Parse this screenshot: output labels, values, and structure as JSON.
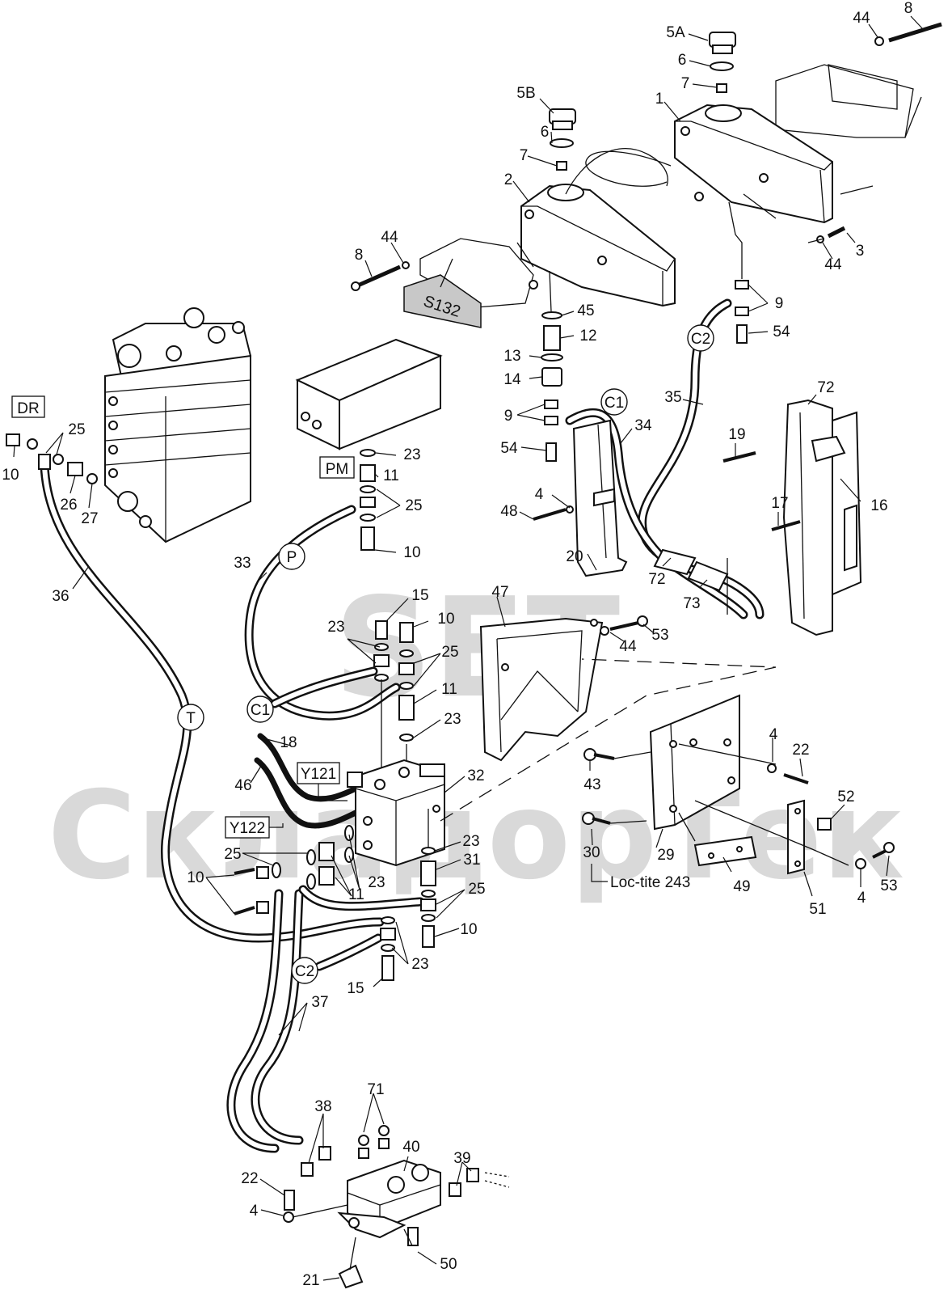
{
  "watermark": {
    "line1": "SET",
    "line2": "СкладорТек"
  },
  "boxed_labels": [
    {
      "id": "dr",
      "text": "DR"
    },
    {
      "id": "pm",
      "text": "PM"
    },
    {
      "id": "y121",
      "text": "Y121"
    },
    {
      "id": "y122",
      "text": "Y122"
    }
  ],
  "circled_labels": [
    {
      "id": "c2-top",
      "text": "C2"
    },
    {
      "id": "c1-top",
      "text": "C1"
    },
    {
      "id": "p",
      "text": "P"
    },
    {
      "id": "t",
      "text": "T"
    },
    {
      "id": "c1-left",
      "text": "C1"
    },
    {
      "id": "c2-bottom",
      "text": "C2"
    }
  ],
  "tank_marking": "S132",
  "note": "Loc-tite 243",
  "callouts": [
    {
      "id": "44a",
      "text": "44"
    },
    {
      "id": "8a",
      "text": "8"
    },
    {
      "id": "5a",
      "text": "5A"
    },
    {
      "id": "6a",
      "text": "6"
    },
    {
      "id": "7a",
      "text": "7"
    },
    {
      "id": "1",
      "text": "1"
    },
    {
      "id": "5b",
      "text": "5B"
    },
    {
      "id": "6b",
      "text": "6"
    },
    {
      "id": "7b",
      "text": "7"
    },
    {
      "id": "2",
      "text": "2"
    },
    {
      "id": "44b",
      "text": "44"
    },
    {
      "id": "8b",
      "text": "8"
    },
    {
      "id": "44c",
      "text": "44"
    },
    {
      "id": "3",
      "text": "3"
    },
    {
      "id": "9a",
      "text": "9"
    },
    {
      "id": "54a",
      "text": "54"
    },
    {
      "id": "45",
      "text": "45"
    },
    {
      "id": "12",
      "text": "12"
    },
    {
      "id": "13",
      "text": "13"
    },
    {
      "id": "14",
      "text": "14"
    },
    {
      "id": "9b",
      "text": "9"
    },
    {
      "id": "54b",
      "text": "54"
    },
    {
      "id": "35",
      "text": "35"
    },
    {
      "id": "34",
      "text": "34"
    },
    {
      "id": "72a",
      "text": "72"
    },
    {
      "id": "19",
      "text": "19"
    },
    {
      "id": "16",
      "text": "16"
    },
    {
      "id": "17",
      "text": "17"
    },
    {
      "id": "dr25",
      "text": "25"
    },
    {
      "id": "10a",
      "text": "10"
    },
    {
      "id": "26",
      "text": "26"
    },
    {
      "id": "27",
      "text": "27"
    },
    {
      "id": "23a",
      "text": "23"
    },
    {
      "id": "11a",
      "text": "11"
    },
    {
      "id": "25a",
      "text": "25"
    },
    {
      "id": "10b",
      "text": "10"
    },
    {
      "id": "4a",
      "text": "4"
    },
    {
      "id": "48",
      "text": "48"
    },
    {
      "id": "20",
      "text": "20"
    },
    {
      "id": "72b",
      "text": "72"
    },
    {
      "id": "73",
      "text": "73"
    },
    {
      "id": "33",
      "text": "33"
    },
    {
      "id": "36",
      "text": "36"
    },
    {
      "id": "15a",
      "text": "15"
    },
    {
      "id": "10c",
      "text": "10"
    },
    {
      "id": "23b",
      "text": "23"
    },
    {
      "id": "25b",
      "text": "25"
    },
    {
      "id": "11b",
      "text": "11"
    },
    {
      "id": "23c",
      "text": "23"
    },
    {
      "id": "47",
      "text": "47"
    },
    {
      "id": "53a",
      "text": "53"
    },
    {
      "id": "44d",
      "text": "44"
    },
    {
      "id": "18",
      "text": "18"
    },
    {
      "id": "46",
      "text": "46"
    },
    {
      "id": "32",
      "text": "32"
    },
    {
      "id": "4b",
      "text": "4"
    },
    {
      "id": "22a",
      "text": "22"
    },
    {
      "id": "43",
      "text": "43"
    },
    {
      "id": "52",
      "text": "52"
    },
    {
      "id": "23d",
      "text": "23"
    },
    {
      "id": "31",
      "text": "31"
    },
    {
      "id": "25c",
      "text": "25"
    },
    {
      "id": "23e",
      "text": "23"
    },
    {
      "id": "11c",
      "text": "11"
    },
    {
      "id": "10d",
      "text": "10"
    },
    {
      "id": "25d",
      "text": "25"
    },
    {
      "id": "10e",
      "text": "10"
    },
    {
      "id": "23f",
      "text": "23"
    },
    {
      "id": "15b",
      "text": "15"
    },
    {
      "id": "30",
      "text": "30"
    },
    {
      "id": "29",
      "text": "29"
    },
    {
      "id": "49",
      "text": "49"
    },
    {
      "id": "51",
      "text": "51"
    },
    {
      "id": "4c",
      "text": "4"
    },
    {
      "id": "53b",
      "text": "53"
    },
    {
      "id": "37",
      "text": "37"
    },
    {
      "id": "71",
      "text": "71"
    },
    {
      "id": "38",
      "text": "38"
    },
    {
      "id": "40",
      "text": "40"
    },
    {
      "id": "39",
      "text": "39"
    },
    {
      "id": "22b",
      "text": "22"
    },
    {
      "id": "4d",
      "text": "4"
    },
    {
      "id": "21",
      "text": "21"
    },
    {
      "id": "50",
      "text": "50"
    }
  ]
}
